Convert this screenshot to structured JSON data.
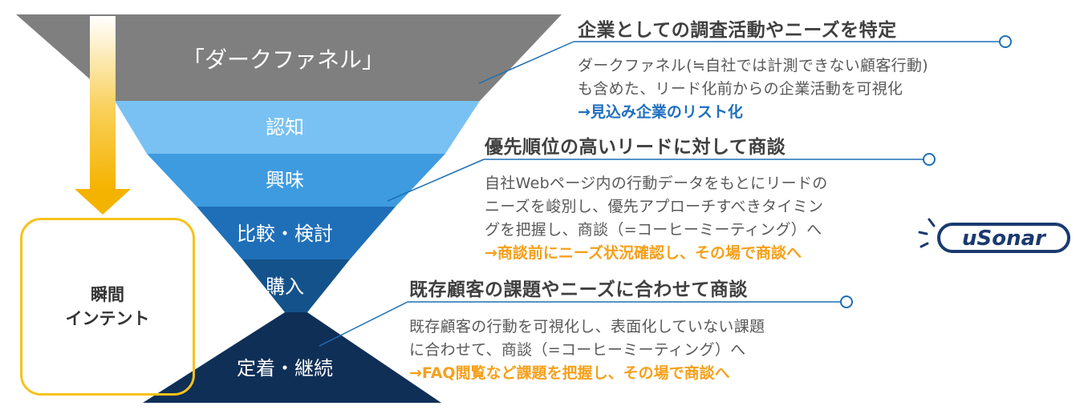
{
  "funnel": {
    "top_label": "「ダークファネル」",
    "stages": [
      "認知",
      "興味",
      "比較・検討",
      "購入",
      "定着・継続"
    ]
  },
  "box": {
    "line1": "瞬間",
    "line2": "インテント"
  },
  "sections": [
    {
      "heading": "企業としての調査活動やニーズを特定",
      "lines": [
        "ダークファネル(≒自社では計測できない顧客行動)",
        "も含めた、リード化前からの企業活動を可視化"
      ],
      "accent": "→見込み企業のリスト化"
    },
    {
      "heading": "優先順位の高いリードに対して商談",
      "lines": [
        "自社Webページ内の行動データをもとにリードの",
        "ニーズを峻別し、優先アプローチすべきタイミン",
        "グを把握し、商談（=コーヒーミーティング）へ"
      ],
      "accent": "→商談前にニーズ状況確認し、その場で商談へ"
    },
    {
      "heading": "既存顧客の課題やニーズに合わせて商談",
      "lines": [
        "既存顧客の行動を可視化し、表面化していない課題",
        "に合わせて、商談（=コーヒーミーティング）へ"
      ],
      "accent": "→FAQ閲覧など課題を把握し、その場で商談へ"
    }
  ],
  "logo": {
    "text": "uSonar"
  },
  "colors": {
    "dark_funnel": "#7f7f7f",
    "awareness": "#79c1f2",
    "interest": "#3e9be0",
    "comparison": "#1f6fb8",
    "purchase": "#14528b",
    "retention": "#0f2f57",
    "line_blue": "#1d6fb5",
    "box_border": "#f7c21b",
    "accent_orange": "#f5a01a",
    "accent_blue": "#1f6fbf"
  }
}
